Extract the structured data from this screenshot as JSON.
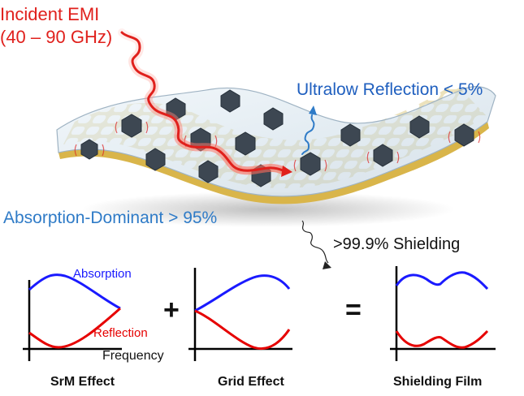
{
  "labels": {
    "incident_line1": "Incident EMI",
    "incident_line2": "(40 – 90 GHz)",
    "reflection": "Ultralow Reflection < 5%",
    "absorption": "Absorption-Dominant > 95%",
    "shielding": ">99.9% Shielding"
  },
  "plots": {
    "absorption_label": "Absorption",
    "reflection_label": "Reflection",
    "frequency_label": "Frequency",
    "plus": "+",
    "equals": "=",
    "captions": [
      "SrM Effect",
      "Grid Effect",
      "Shielding Film"
    ]
  },
  "colors": {
    "absorption_curve": "#1a1aff",
    "reflection_curve": "#e60000",
    "incident_wave": "#e0201c",
    "reflected_wave": "#2f7bc7",
    "grid_gold": "#c9a227",
    "hexagon": "#3d4752"
  }
}
